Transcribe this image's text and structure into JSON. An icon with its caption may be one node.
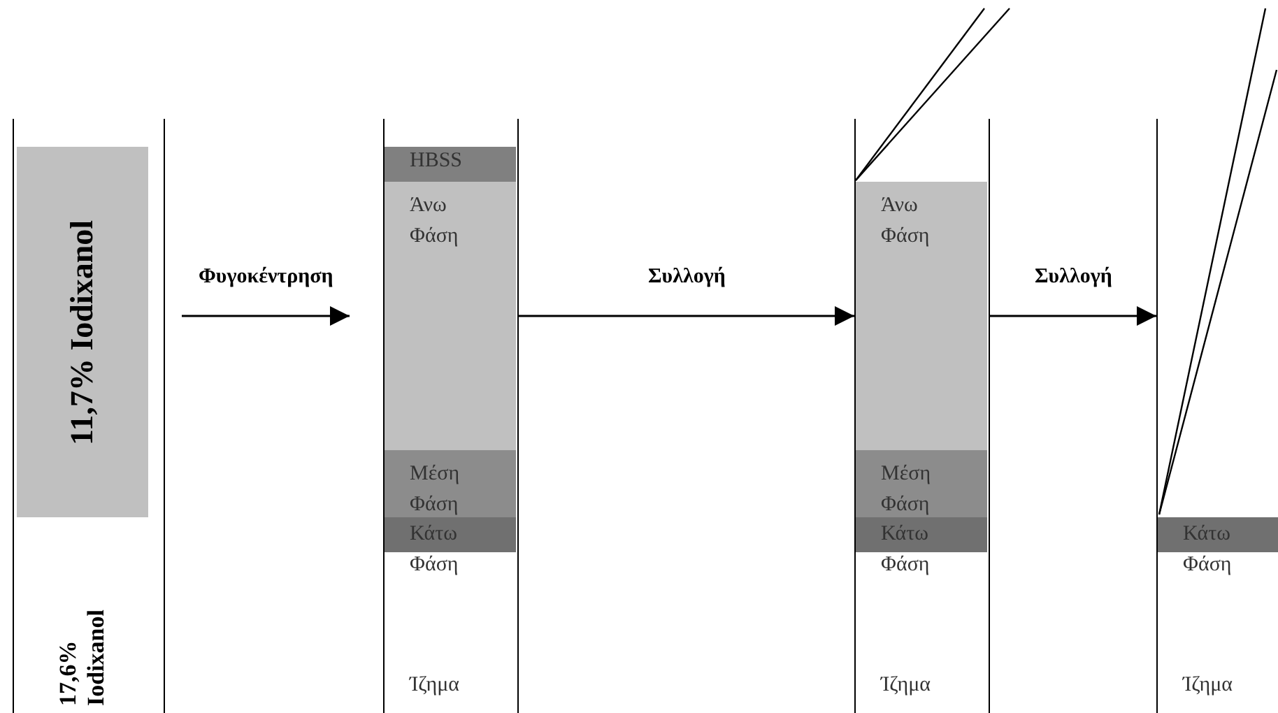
{
  "diagram": {
    "nodes": [
      {
        "text": [],
        "shape": "tube"
      },
      {
        "text": [
          "11,7% Iodixanol"
        ],
        "in": 0
      },
      {
        "text": [
          "17,6% Iodixanol"
        ],
        "in": 0
      },
      {
        "text": [],
        "shape": "tube"
      },
      {
        "text": [
          "HBSS"
        ],
        "in": 3
      },
      {
        "text": [
          "Άνω Φάση"
        ],
        "in": 3
      },
      {
        "text": [
          "Μέση Φάση"
        ],
        "in": 3
      },
      {
        "text": [
          "Κάτω Φάση"
        ],
        "in": 3
      },
      {
        "text": [
          "Ίζημα"
        ],
        "in": 3
      },
      {
        "text": [],
        "shape": "tube"
      },
      {
        "text": [
          "Άνω Φάση"
        ],
        "in": 9
      },
      {
        "text": [
          "Μέση Φάση"
        ],
        "in": 9
      },
      {
        "text": [
          "Κάτω Φάση"
        ],
        "in": 9
      },
      {
        "text": [
          "Ίζημα"
        ],
        "in": 9
      },
      {
        "text": [],
        "shape": "tube"
      },
      {
        "text": [
          "Κάτω Φάση"
        ],
        "in": 14
      },
      {
        "text": [
          "Ίζημα"
        ],
        "in": 14
      }
    ],
    "edges": [
      {
        "from": 0,
        "to": 3,
        "arrow": "to",
        "label": "Φυγοκέντρηση"
      },
      {
        "from": 3,
        "to": 9,
        "arrow": "to",
        "label": "Συλλογή"
      },
      {
        "from": 9,
        "to": 14,
        "arrow": "to",
        "label": "Συλλογή"
      }
    ]
  }
}
